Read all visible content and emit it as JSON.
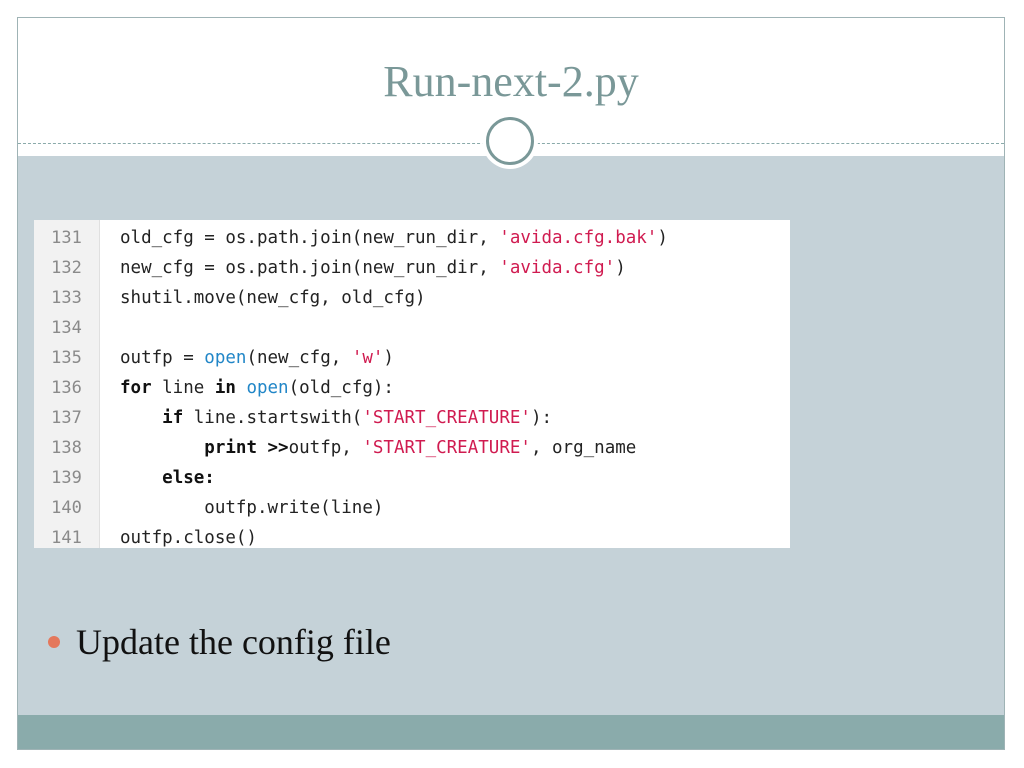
{
  "slide": {
    "title": "Run-next-2.py",
    "bullet": "Update the config file"
  },
  "code": {
    "line_numbers": [
      "131",
      "132",
      "133",
      "134",
      "135",
      "136",
      "137",
      "138",
      "139",
      "140",
      "141"
    ],
    "lines": [
      [
        {
          "t": "old_cfg = os.path.join(new_run_dir, "
        },
        {
          "t": "'avida.cfg.bak'",
          "c": "str"
        },
        {
          "t": ")"
        }
      ],
      [
        {
          "t": "new_cfg = os.path.join(new_run_dir, "
        },
        {
          "t": "'avida.cfg'",
          "c": "str"
        },
        {
          "t": ")"
        }
      ],
      [
        {
          "t": "shutil.move(new_cfg, old_cfg)"
        }
      ],
      [],
      [
        {
          "t": "outfp = "
        },
        {
          "t": "open",
          "c": "bi"
        },
        {
          "t": "(new_cfg, "
        },
        {
          "t": "'w'",
          "c": "str"
        },
        {
          "t": ")"
        }
      ],
      [
        {
          "t": "for",
          "c": "kw"
        },
        {
          "t": " line "
        },
        {
          "t": "in",
          "c": "kw"
        },
        {
          "t": " "
        },
        {
          "t": "open",
          "c": "bi"
        },
        {
          "t": "(old_cfg):"
        }
      ],
      [
        {
          "t": "    "
        },
        {
          "t": "if",
          "c": "kw"
        },
        {
          "t": " line.startswith("
        },
        {
          "t": "'START_CREATURE'",
          "c": "str"
        },
        {
          "t": "):"
        }
      ],
      [
        {
          "t": "        "
        },
        {
          "t": "print >>",
          "c": "kw"
        },
        {
          "t": "outfp, "
        },
        {
          "t": "'START_CREATURE'",
          "c": "str"
        },
        {
          "t": ", org_name"
        }
      ],
      [
        {
          "t": "    "
        },
        {
          "t": "else:",
          "c": "kw"
        }
      ],
      [
        {
          "t": "        outfp.write(line)"
        }
      ],
      [
        {
          "t": "outfp.close()"
        }
      ]
    ]
  },
  "colors": {
    "title": "#7a9898",
    "body_bg": "#c5d2d8",
    "footer": "#8aabab",
    "bullet": "#e4785c",
    "string": "#d01b50",
    "builtin": "#2186c7"
  }
}
